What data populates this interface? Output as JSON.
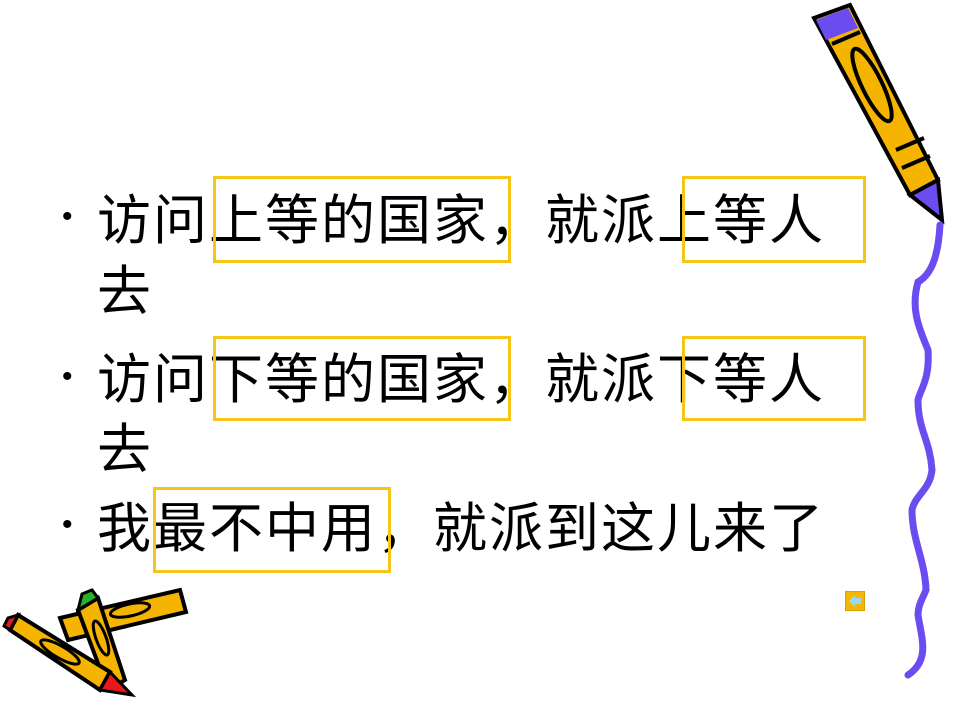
{
  "slide": {
    "bullets": [
      {
        "line1": "访问上等的国家，就派上等人",
        "line2": "去"
      },
      {
        "line1": "访问下等的国家，就派下等人",
        "line2": "去"
      },
      {
        "line1": "我最不中用，就派到这儿来了"
      }
    ],
    "bullet_glyph": "•",
    "highlight_color": "#f5c518",
    "nav_button": {
      "icon": "back-arrow-icon",
      "glyph": "⇦"
    }
  }
}
